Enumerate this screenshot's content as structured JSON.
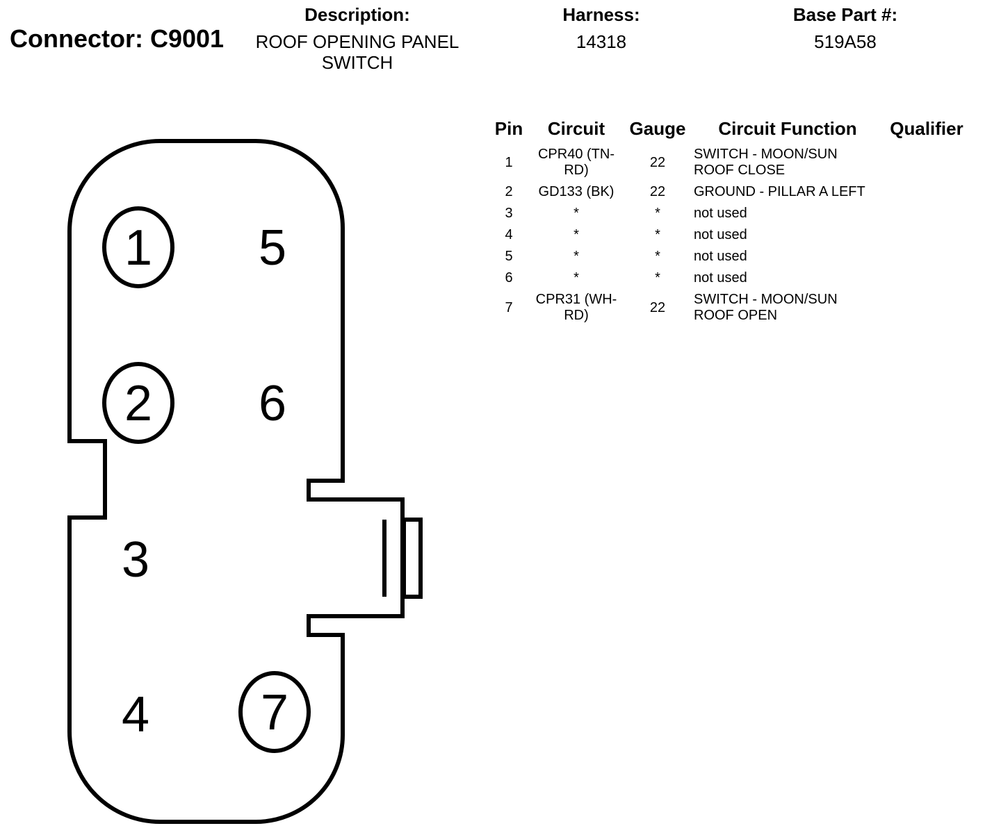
{
  "header": {
    "connector_label": "Connector: C9001",
    "description_label": "Description:",
    "description_value": "ROOF OPENING PANEL SWITCH",
    "harness_label": "Harness:",
    "harness_value": "14318",
    "base_part_label": "Base Part #:",
    "base_part_value": "519A58"
  },
  "diagram": {
    "pins": [
      {
        "label": "1",
        "circled": true
      },
      {
        "label": "2",
        "circled": true
      },
      {
        "label": "3",
        "circled": false
      },
      {
        "label": "4",
        "circled": false
      },
      {
        "label": "5",
        "circled": false
      },
      {
        "label": "6",
        "circled": false
      },
      {
        "label": "7",
        "circled": true
      }
    ]
  },
  "table": {
    "headers": {
      "pin": "Pin",
      "circuit": "Circuit",
      "gauge": "Gauge",
      "circuit_function": "Circuit Function",
      "qualifier": "Qualifier"
    },
    "rows": [
      {
        "pin": "1",
        "circuit": "CPR40 (TN-RD)",
        "gauge": "22",
        "function": "SWITCH - MOON/SUN ROOF CLOSE",
        "qualifier": ""
      },
      {
        "pin": "2",
        "circuit": "GD133 (BK)",
        "gauge": "22",
        "function": "GROUND - PILLAR A LEFT",
        "qualifier": ""
      },
      {
        "pin": "3",
        "circuit": "*",
        "gauge": "*",
        "function": "not used",
        "qualifier": ""
      },
      {
        "pin": "4",
        "circuit": "*",
        "gauge": "*",
        "function": "not used",
        "qualifier": ""
      },
      {
        "pin": "5",
        "circuit": "*",
        "gauge": "*",
        "function": "not used",
        "qualifier": ""
      },
      {
        "pin": "6",
        "circuit": "*",
        "gauge": "*",
        "function": "not used",
        "qualifier": ""
      },
      {
        "pin": "7",
        "circuit": "CPR31 (WH-RD)",
        "gauge": "22",
        "function": "SWITCH - MOON/SUN ROOF OPEN",
        "qualifier": ""
      }
    ]
  }
}
